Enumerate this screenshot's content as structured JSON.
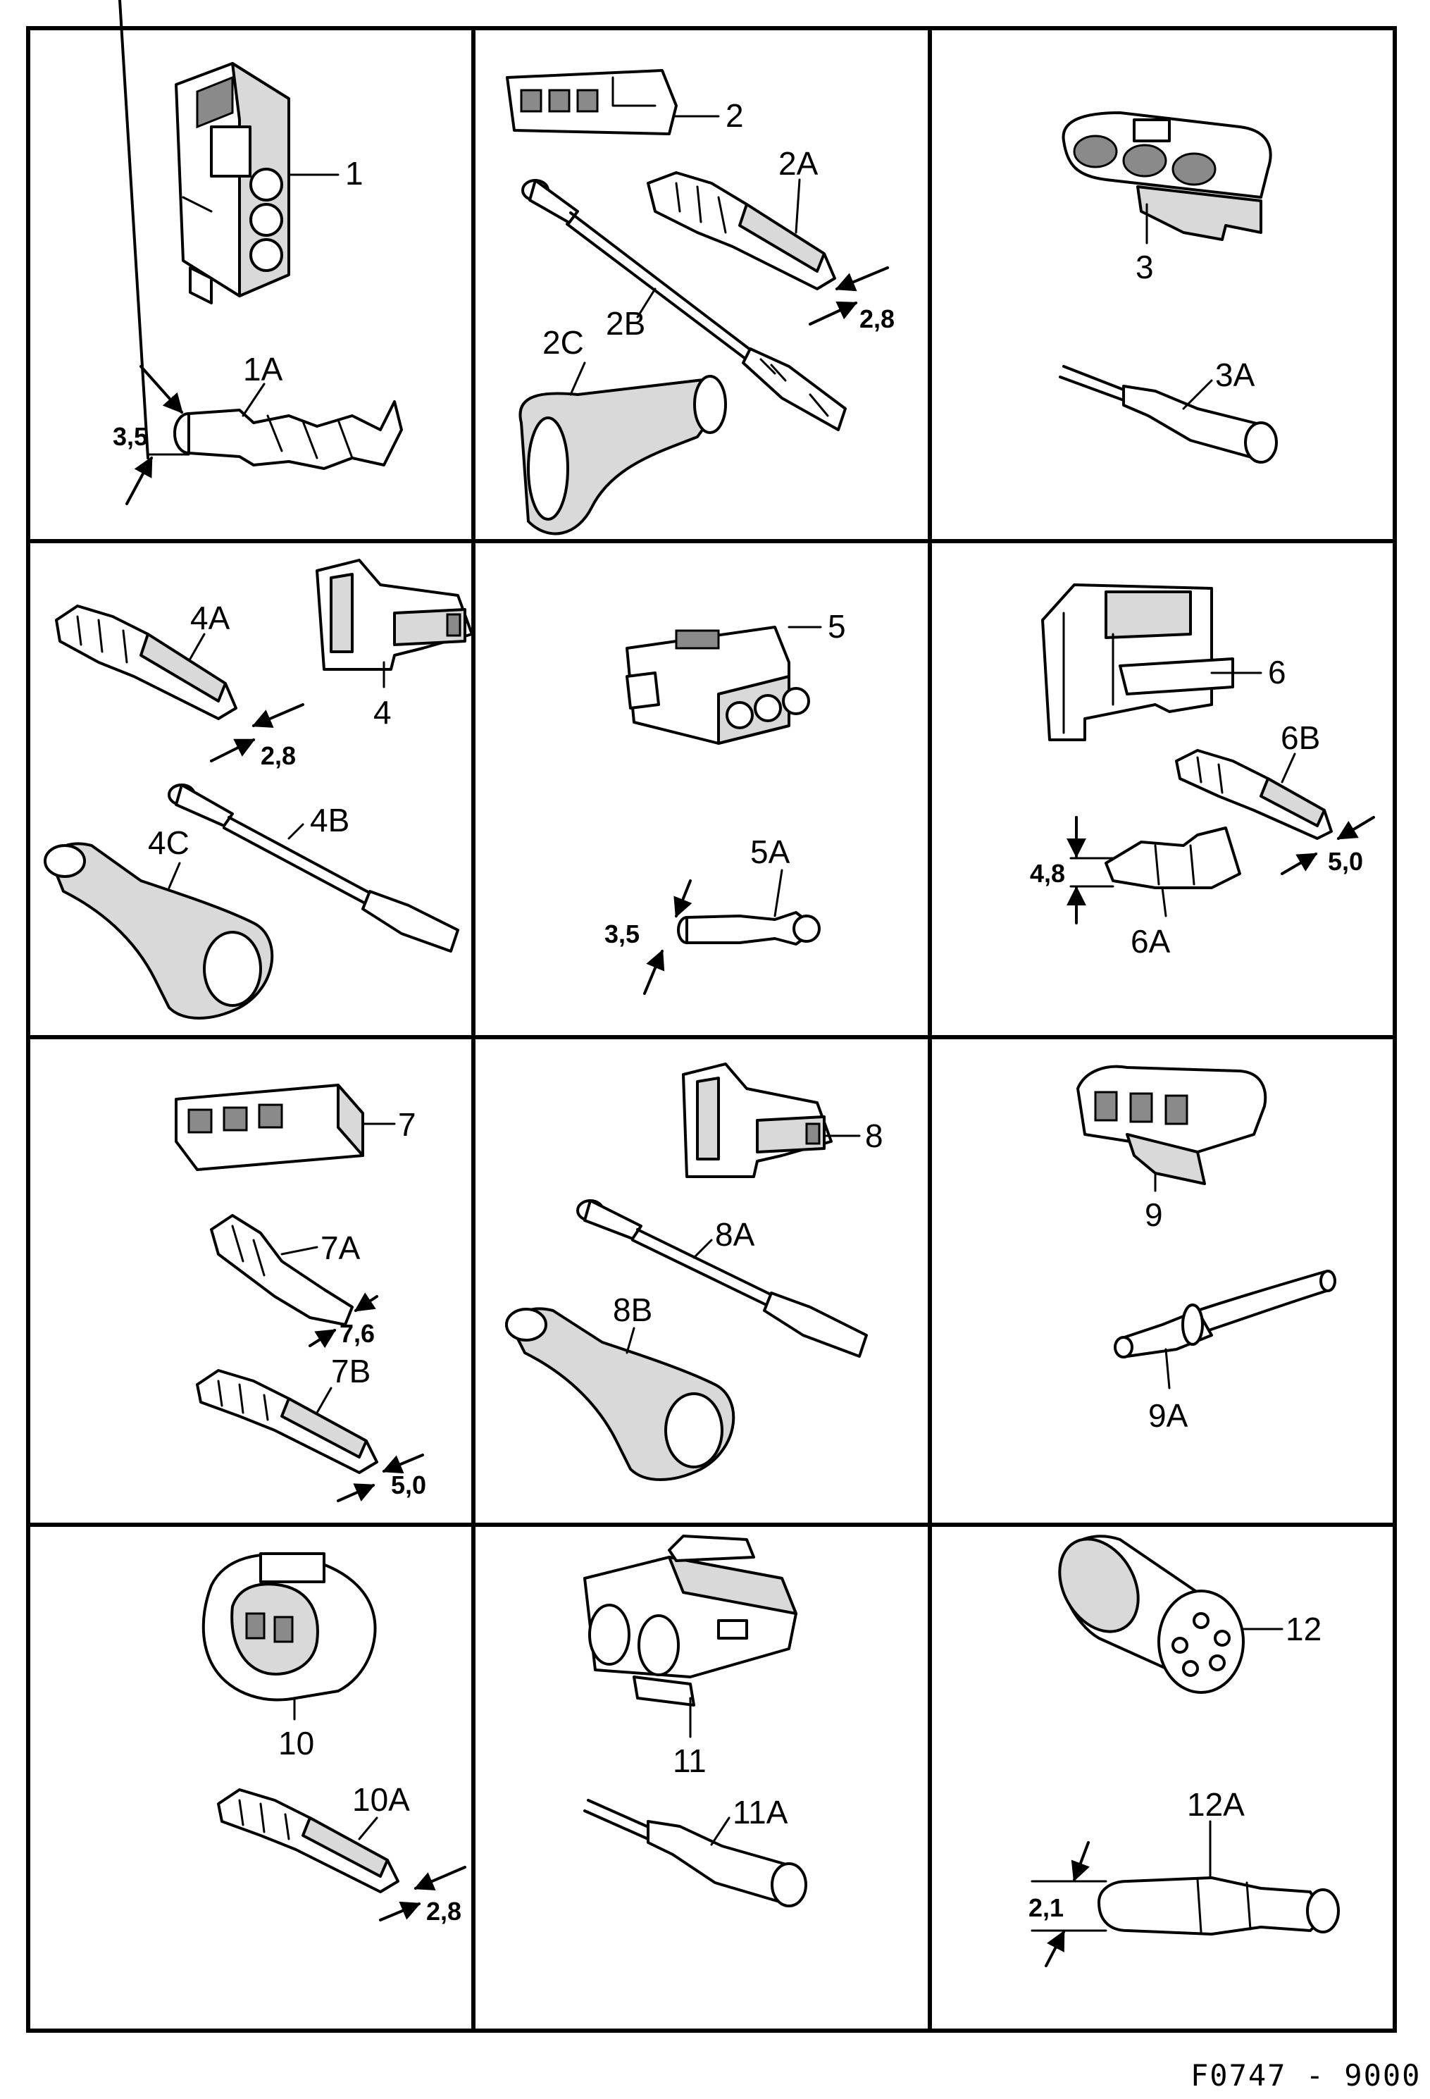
{
  "labels": {
    "l1": "1",
    "l1a": "1A",
    "l1a_dim": "3,5",
    "l2": "2",
    "l2a": "2A",
    "l2a_dim": "2,8",
    "l2b": "2B",
    "l2c": "2C",
    "l3": "3",
    "l3a": "3A",
    "l4": "4",
    "l4a": "4A",
    "l4a_dim": "2,8",
    "l4b": "4B",
    "l4c": "4C",
    "l5": "5",
    "l5a": "5A",
    "l5a_dim": "3,5",
    "l6": "6",
    "l6a": "6A",
    "l6a_dim": "4,8",
    "l6b": "6B",
    "l6b_dim": "5,0",
    "l7": "7",
    "l7a": "7A",
    "l7a_dim": "7,6",
    "l7b": "7B",
    "l7b_dim": "5,0",
    "l8": "8",
    "l8a": "8A",
    "l8b": "8B",
    "l9": "9",
    "l9a": "9A",
    "l10": "10",
    "l10a": "10A",
    "l10a_dim": "2,8",
    "l11": "11",
    "l11a": "11A",
    "l12": "12",
    "l12a": "12A",
    "l12a_dim": "2,1"
  },
  "figure_ref": "F0747 - 9000"
}
